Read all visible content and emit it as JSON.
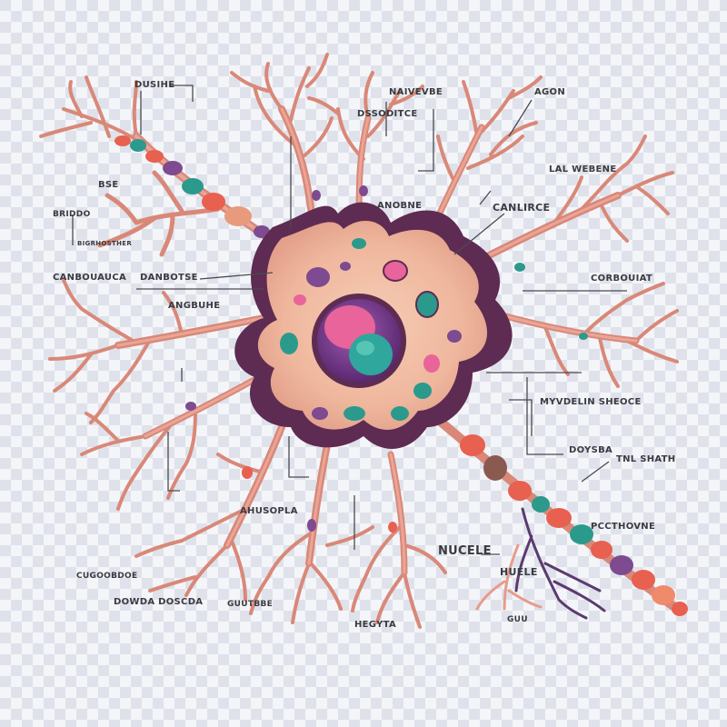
{
  "labels": {
    "l1": "DUSIHE",
    "l2": "NAIVEVBE",
    "l3": "DSSODITCE",
    "l4": "AGON",
    "l5": "BSE",
    "l6": "BRIDDO",
    "l7": "BIGRHOSTHER",
    "l8": "ANOBNE",
    "l9": "CANLIRCE",
    "l10": "LAL WEBENE",
    "l11": "CANBOUAUCA",
    "l12": "DANBOTSE",
    "l13": "ANGBUHE",
    "l14": "CORBOUIAT",
    "l15": "MYVDELIN SHEOCE",
    "l16": "DOYSBA",
    "l17": "TNL SHATH",
    "l18": "AHUSOPLA",
    "l19": "NUCELE",
    "l20": "PCCTHOVNE",
    "l21": "HUELE",
    "l22": "CUGOOBDOE",
    "l23": "DOWDA DOSCDA",
    "l24": "GUUTBBE",
    "l25": "HEGYTA",
    "l26": "GUU"
  },
  "colors": {
    "dendrite": "#e79b8c",
    "cell_body": "#f3c1a8",
    "cytoplasm_dark": "#5e2b52",
    "nucleus_outer": "#7a3a8a",
    "nucleus_pink": "#e8649a",
    "nucleolus_teal": "#2fa79c",
    "myelin_red": "#e8604f",
    "myelin_teal": "#2b9a8c",
    "myelin_purple": "#7e4a90",
    "label_text": "#3a3a42"
  }
}
